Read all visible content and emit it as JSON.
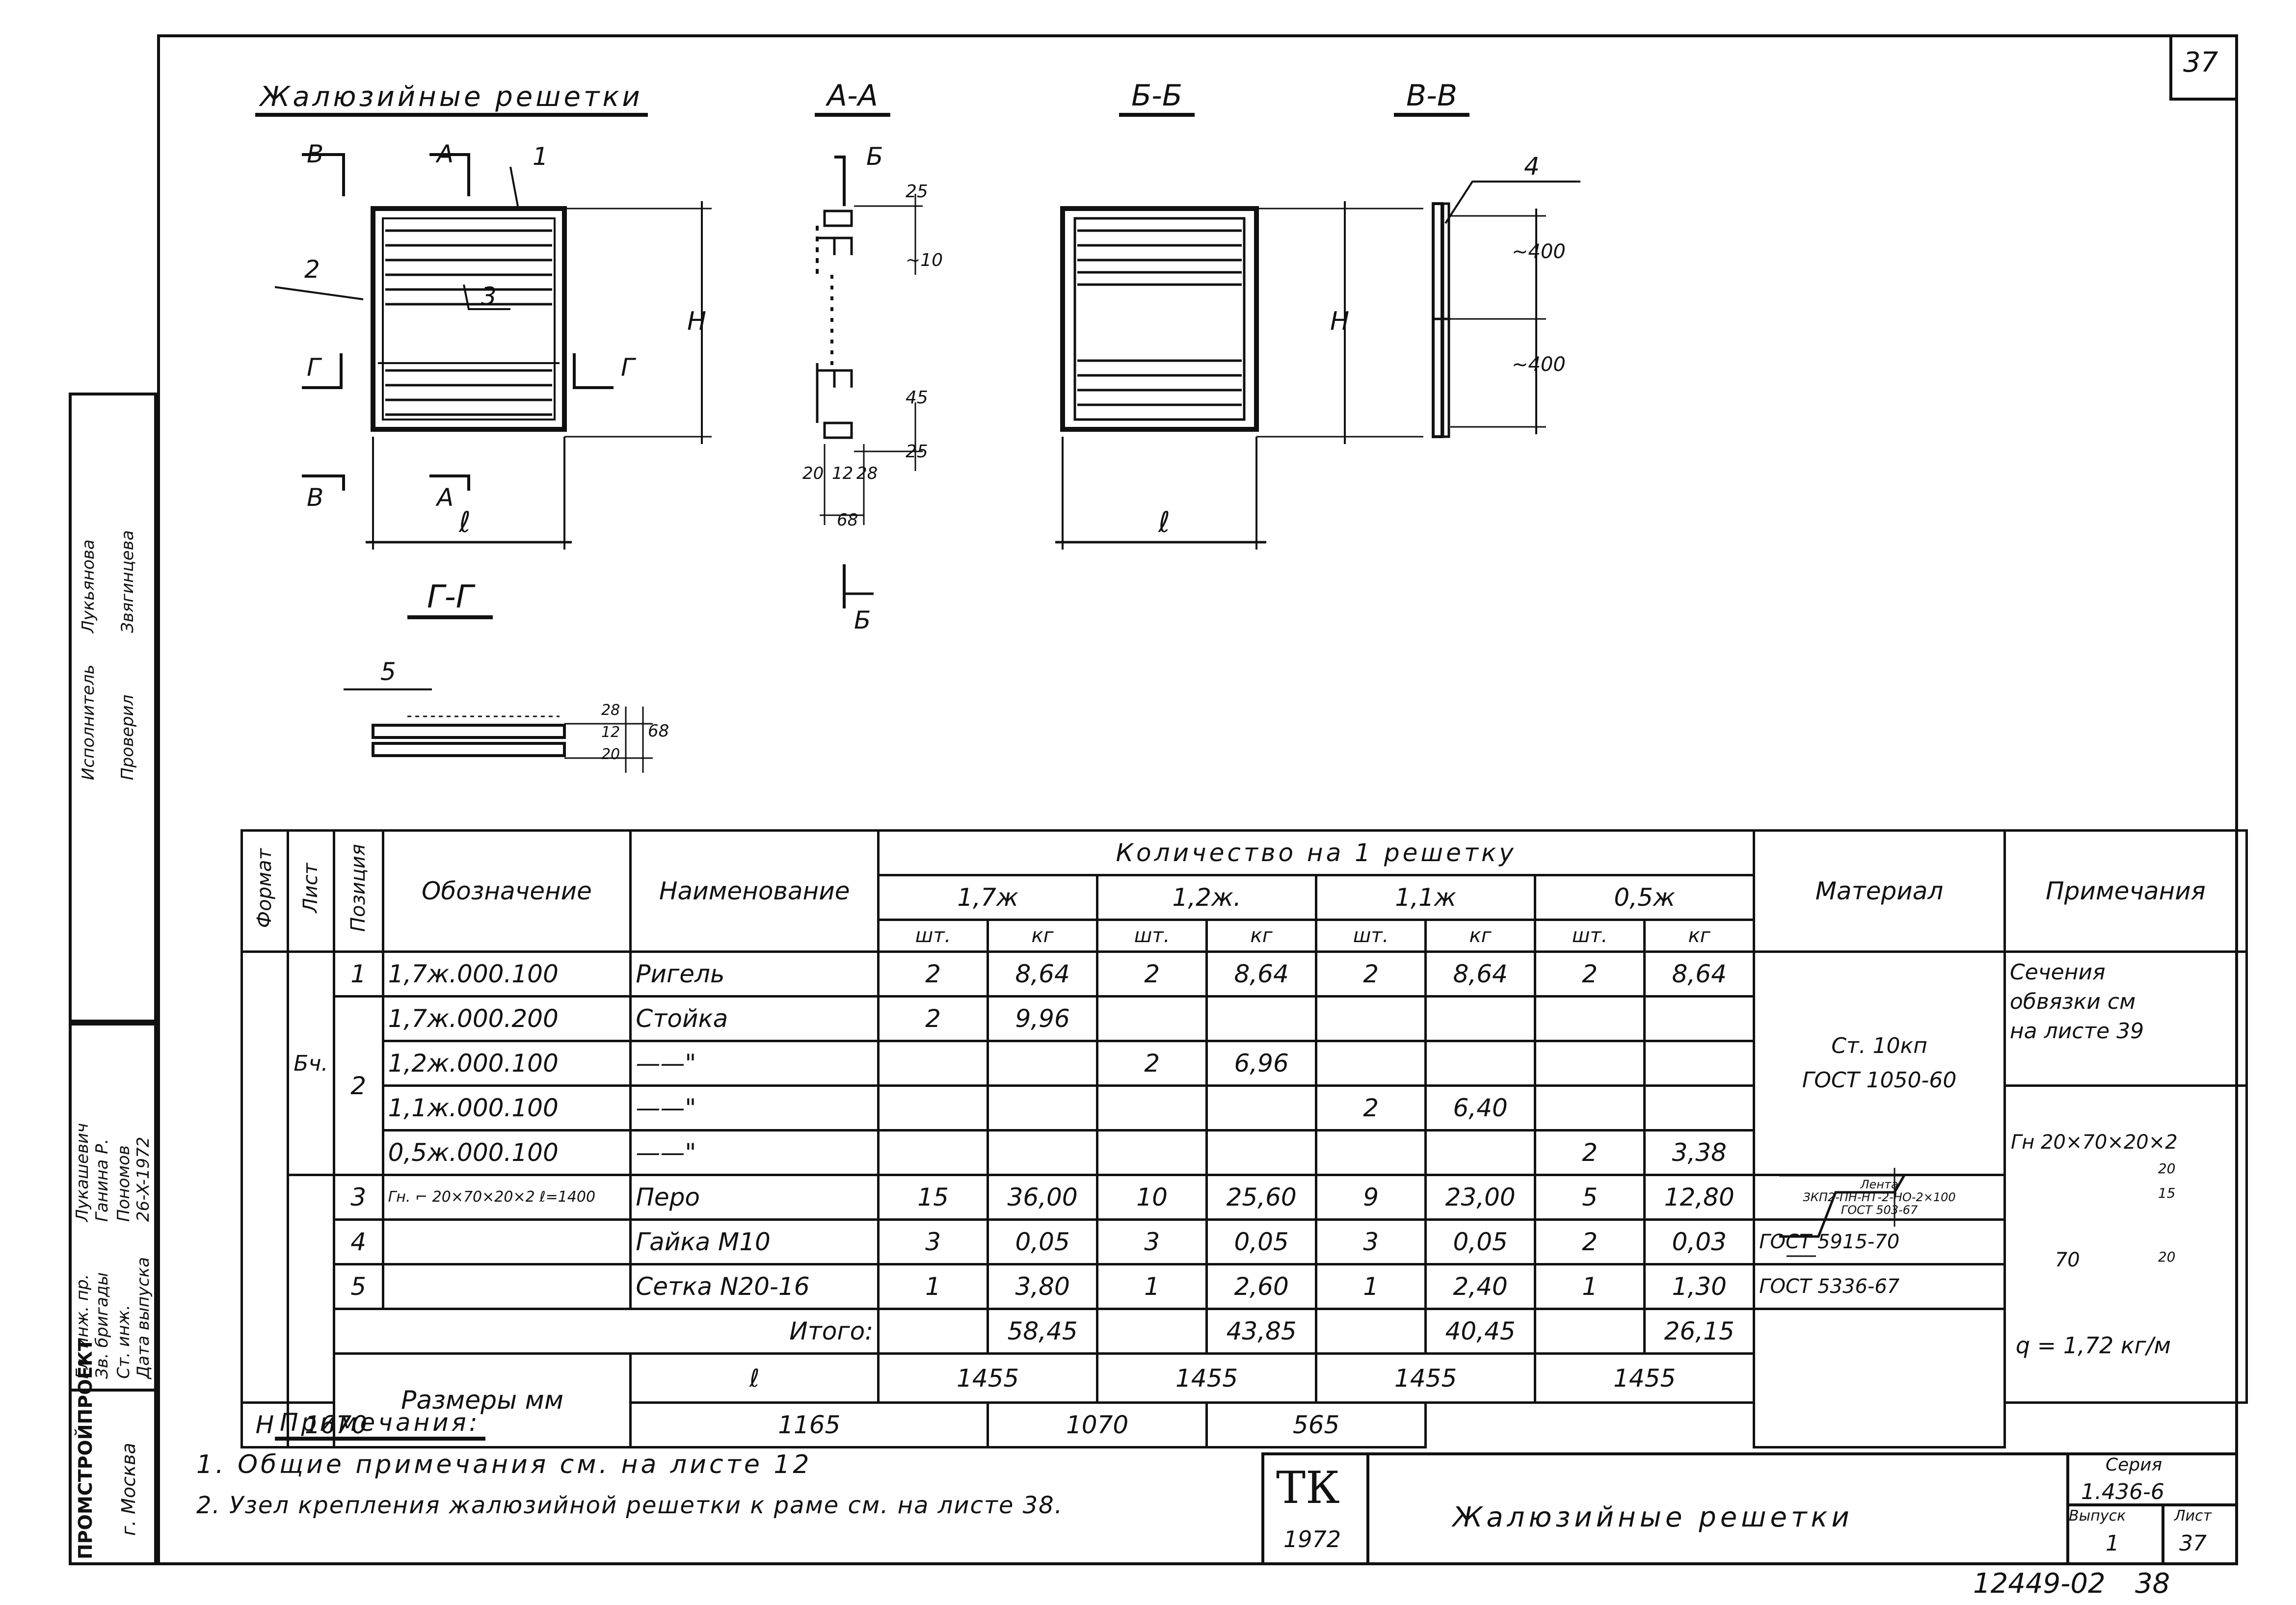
{
  "sheet": {
    "number": "37",
    "archive_number": "12449-02",
    "archive_sheet": "38"
  },
  "drawing": {
    "title": "Жалюзийные решетки",
    "sections": [
      "А-А",
      "Б-Б",
      "В-В",
      "Г-Г"
    ],
    "cut_marks": {
      "a": "А",
      "b": "Б",
      "v": "В",
      "g": "Г"
    },
    "positions": [
      "1",
      "2",
      "3",
      "4",
      "5"
    ],
    "dims": {
      "l": "ℓ",
      "h": "H",
      "d25": "25",
      "d10": "~10",
      "d45": "45",
      "d20": "20",
      "d12": "12",
      "d28": "28",
      "d68": "68",
      "d400": "~400",
      "g28": "28",
      "g12": "12",
      "g20": "20",
      "g68": "68"
    }
  },
  "table": {
    "headers": {
      "format": "Формат",
      "sheet": "Лист",
      "position": "Позиция",
      "designation": "Обозначение",
      "name": "Наименование",
      "qty": "Количество на 1 решетку",
      "material": "Материал",
      "notes": "Примечания",
      "pcs": "шт.",
      "kg": "кг"
    },
    "variants": [
      "1,7ж",
      "1,2ж.",
      "1,1ж",
      "0,5ж"
    ],
    "sheet_value": "Бч.",
    "rows": [
      {
        "pos": "1",
        "des": "1,7ж.000.100",
        "name": "Ригель",
        "q": [
          "2",
          "8,64",
          "2",
          "8,64",
          "2",
          "8,64",
          "2",
          "8,64"
        ]
      },
      {
        "pos": "2",
        "des": "1,7ж.000.200",
        "name": "Стойка",
        "q": [
          "2",
          "9,96",
          "",
          "",
          "",
          "",
          "",
          ""
        ]
      },
      {
        "pos": "",
        "des": "1,2ж.000.100",
        "name": "——\"",
        "q": [
          "",
          "",
          "2",
          "6,96",
          "",
          "",
          "",
          ""
        ]
      },
      {
        "pos": "",
        "des": "1,1ж.000.100",
        "name": "——\"",
        "q": [
          "",
          "",
          "",
          "",
          "2",
          "6,40",
          "",
          ""
        ]
      },
      {
        "pos": "",
        "des": "0,5ж.000.100",
        "name": "——\"",
        "q": [
          "",
          "",
          "",
          "",
          "",
          "",
          "2",
          "3,38"
        ]
      },
      {
        "pos": "3",
        "des": "Гн. ⌐ 20×70×20×2 ℓ=1400",
        "name": "Перо",
        "q": [
          "15",
          "36,00",
          "10",
          "25,60",
          "9",
          "23,00",
          "5",
          "12,80"
        ]
      },
      {
        "pos": "4",
        "des": "",
        "name": "Гайка М10",
        "q": [
          "3",
          "0,05",
          "3",
          "0,05",
          "3",
          "0,05",
          "2",
          "0,03"
        ]
      },
      {
        "pos": "5",
        "des": "",
        "name": "Сетка N20-16",
        "q": [
          "1",
          "3,80",
          "1",
          "2,60",
          "1",
          "2,40",
          "1",
          "1,30"
        ]
      }
    ],
    "total_label": "Итого:",
    "totals": [
      "58,45",
      "43,85",
      "40,45",
      "26,15"
    ],
    "dims_label": "Размеры мм",
    "dim_l_label": "ℓ",
    "dim_h_label": "H",
    "dim_l": [
      "1455",
      "1455",
      "1455",
      "1455"
    ],
    "dim_h": [
      "1670",
      "1165",
      "1070",
      "565"
    ],
    "materials": {
      "m1": "Ст. 10кп",
      "m1b": "ГОСТ 1050-60",
      "m3": "Лента",
      "m3b": "ЗКП2-ПН-НТ-2-НО-2×100",
      "m3c": "ГОСТ 503-67",
      "m4": "ГОСТ 5915-70",
      "m5": "ГОСТ 5336-67"
    },
    "notes": {
      "n1": "Сечения",
      "n1b": "обвязки см",
      "n1c": "на листе 39",
      "n2": "Гн 20×70×20×2",
      "n3": "q = 1,72 кг/м",
      "p70": "70",
      "p20a": "20",
      "p15": "15",
      "p20b": "20"
    }
  },
  "general_notes": {
    "title": "Примечания:",
    "n1": "1. Общие примечания см. на листе 12",
    "n2": "2. Узел крепления жалюзийной решетки к раме см. на листе 38."
  },
  "title_block": {
    "code": "ТК",
    "year": "1972",
    "name": "Жалюзийные решетки",
    "series_label": "Серия",
    "series": "1.436-6",
    "issue_label": "Выпуск",
    "issue": "1",
    "sheet_label": "Лист",
    "sheet": "37"
  },
  "side_stamp": {
    "org": "ПРОМСТРОЙПРОЕКТ",
    "city": "г. Москва",
    "roles": [
      "Гл. инж. пр.",
      "Зв. бригады",
      "Ст. инж.",
      "Дата выпуска"
    ],
    "names": [
      "Лукашевич",
      "Ганина Р.",
      "Пономов"
    ],
    "date": "26-X-1972",
    "roles2": [
      "Исполнитель",
      "Проверил"
    ],
    "names2": [
      "Лукьянова",
      "Звягинцева"
    ]
  }
}
